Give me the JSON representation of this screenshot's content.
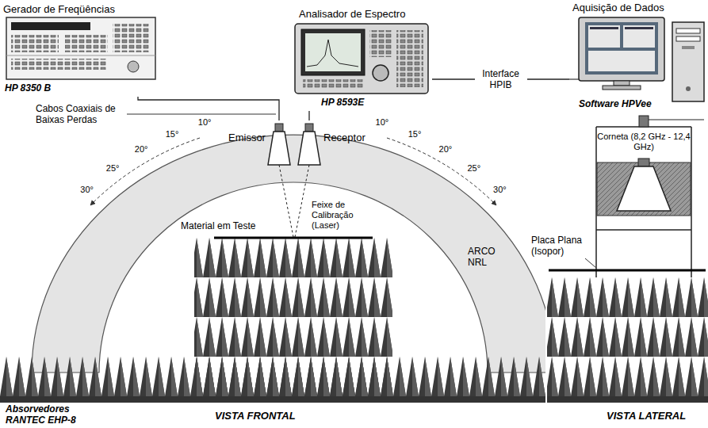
{
  "diagram": {
    "nodes": [
      {
        "text": [
          "Gerador de Freqüências",
          "HP 8350 B"
        ]
      },
      {
        "text": [
          "Analisador de Espectro",
          "HP 8593E"
        ]
      },
      {
        "text": [
          "Aquisição de Dados",
          "Software HPVee"
        ]
      },
      {
        "text": [
          "Emissor"
        ]
      },
      {
        "text": [
          "Receptor"
        ]
      }
    ],
    "edges": [
      {
        "from": 0,
        "to": 3,
        "arrow": "none"
      },
      {
        "from": 1,
        "to": 4,
        "arrow": "none"
      },
      {
        "from": 1,
        "to": 2,
        "label": "Interface HPIB",
        "arrow": "none"
      }
    ],
    "labels": [
      "Cabos Coaxiais de Baixas Perdas",
      "30°",
      "25°",
      "20°",
      "15°",
      "10°",
      "10°",
      "15°",
      "20°",
      "25°",
      "30°",
      "Feixe de Calibração (Laser)",
      "Material em Teste",
      "ARCO NRL",
      "Absorvedores RANTEC EHP-8",
      "VISTA FRONTAL",
      "Corneta (8,2 GHz - 12,4 GHz)",
      "Placa Plana (Isopor)",
      "VISTA LATERAL"
    ]
  }
}
